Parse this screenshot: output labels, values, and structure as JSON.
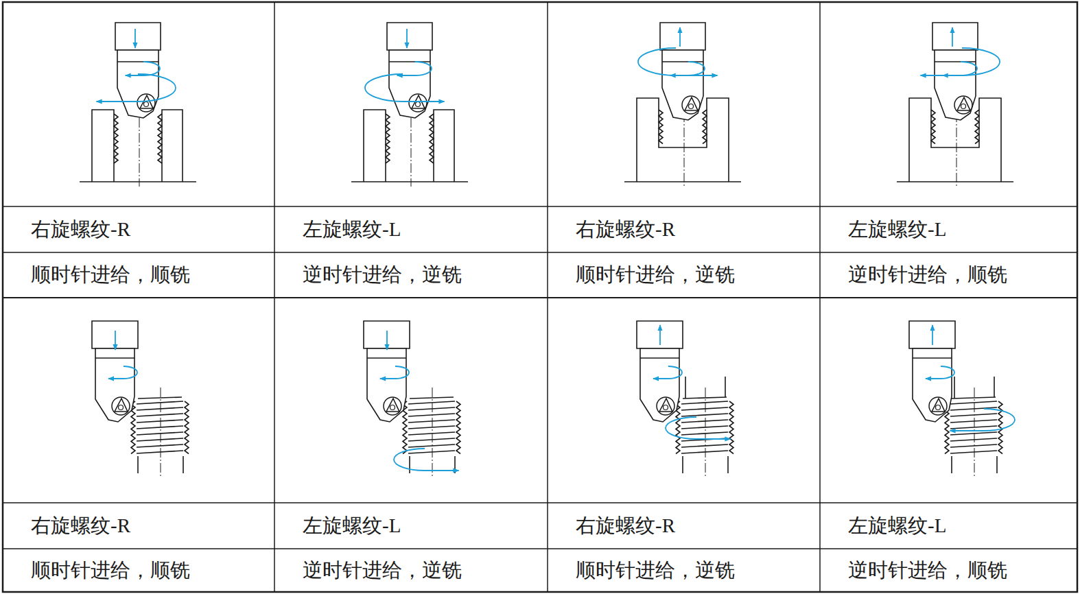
{
  "diagram": {
    "labels": [
      "右旋螺纹-R",
      "左旋螺纹-L",
      "右旋螺纹-R",
      "左旋螺纹-L",
      "顺时针进给，顺铣",
      "逆时针进给，逆铣",
      "顺时针进给，逆铣",
      "逆时针进给，顺铣",
      "右旋螺纹-R",
      "左旋螺纹-L",
      "右旋螺纹-R",
      "左旋螺纹-L",
      "顺时针进给，顺铣",
      "逆时针进给，逆铣",
      "顺时针进给，逆铣",
      "逆时针进给，顺铣"
    ]
  }
}
